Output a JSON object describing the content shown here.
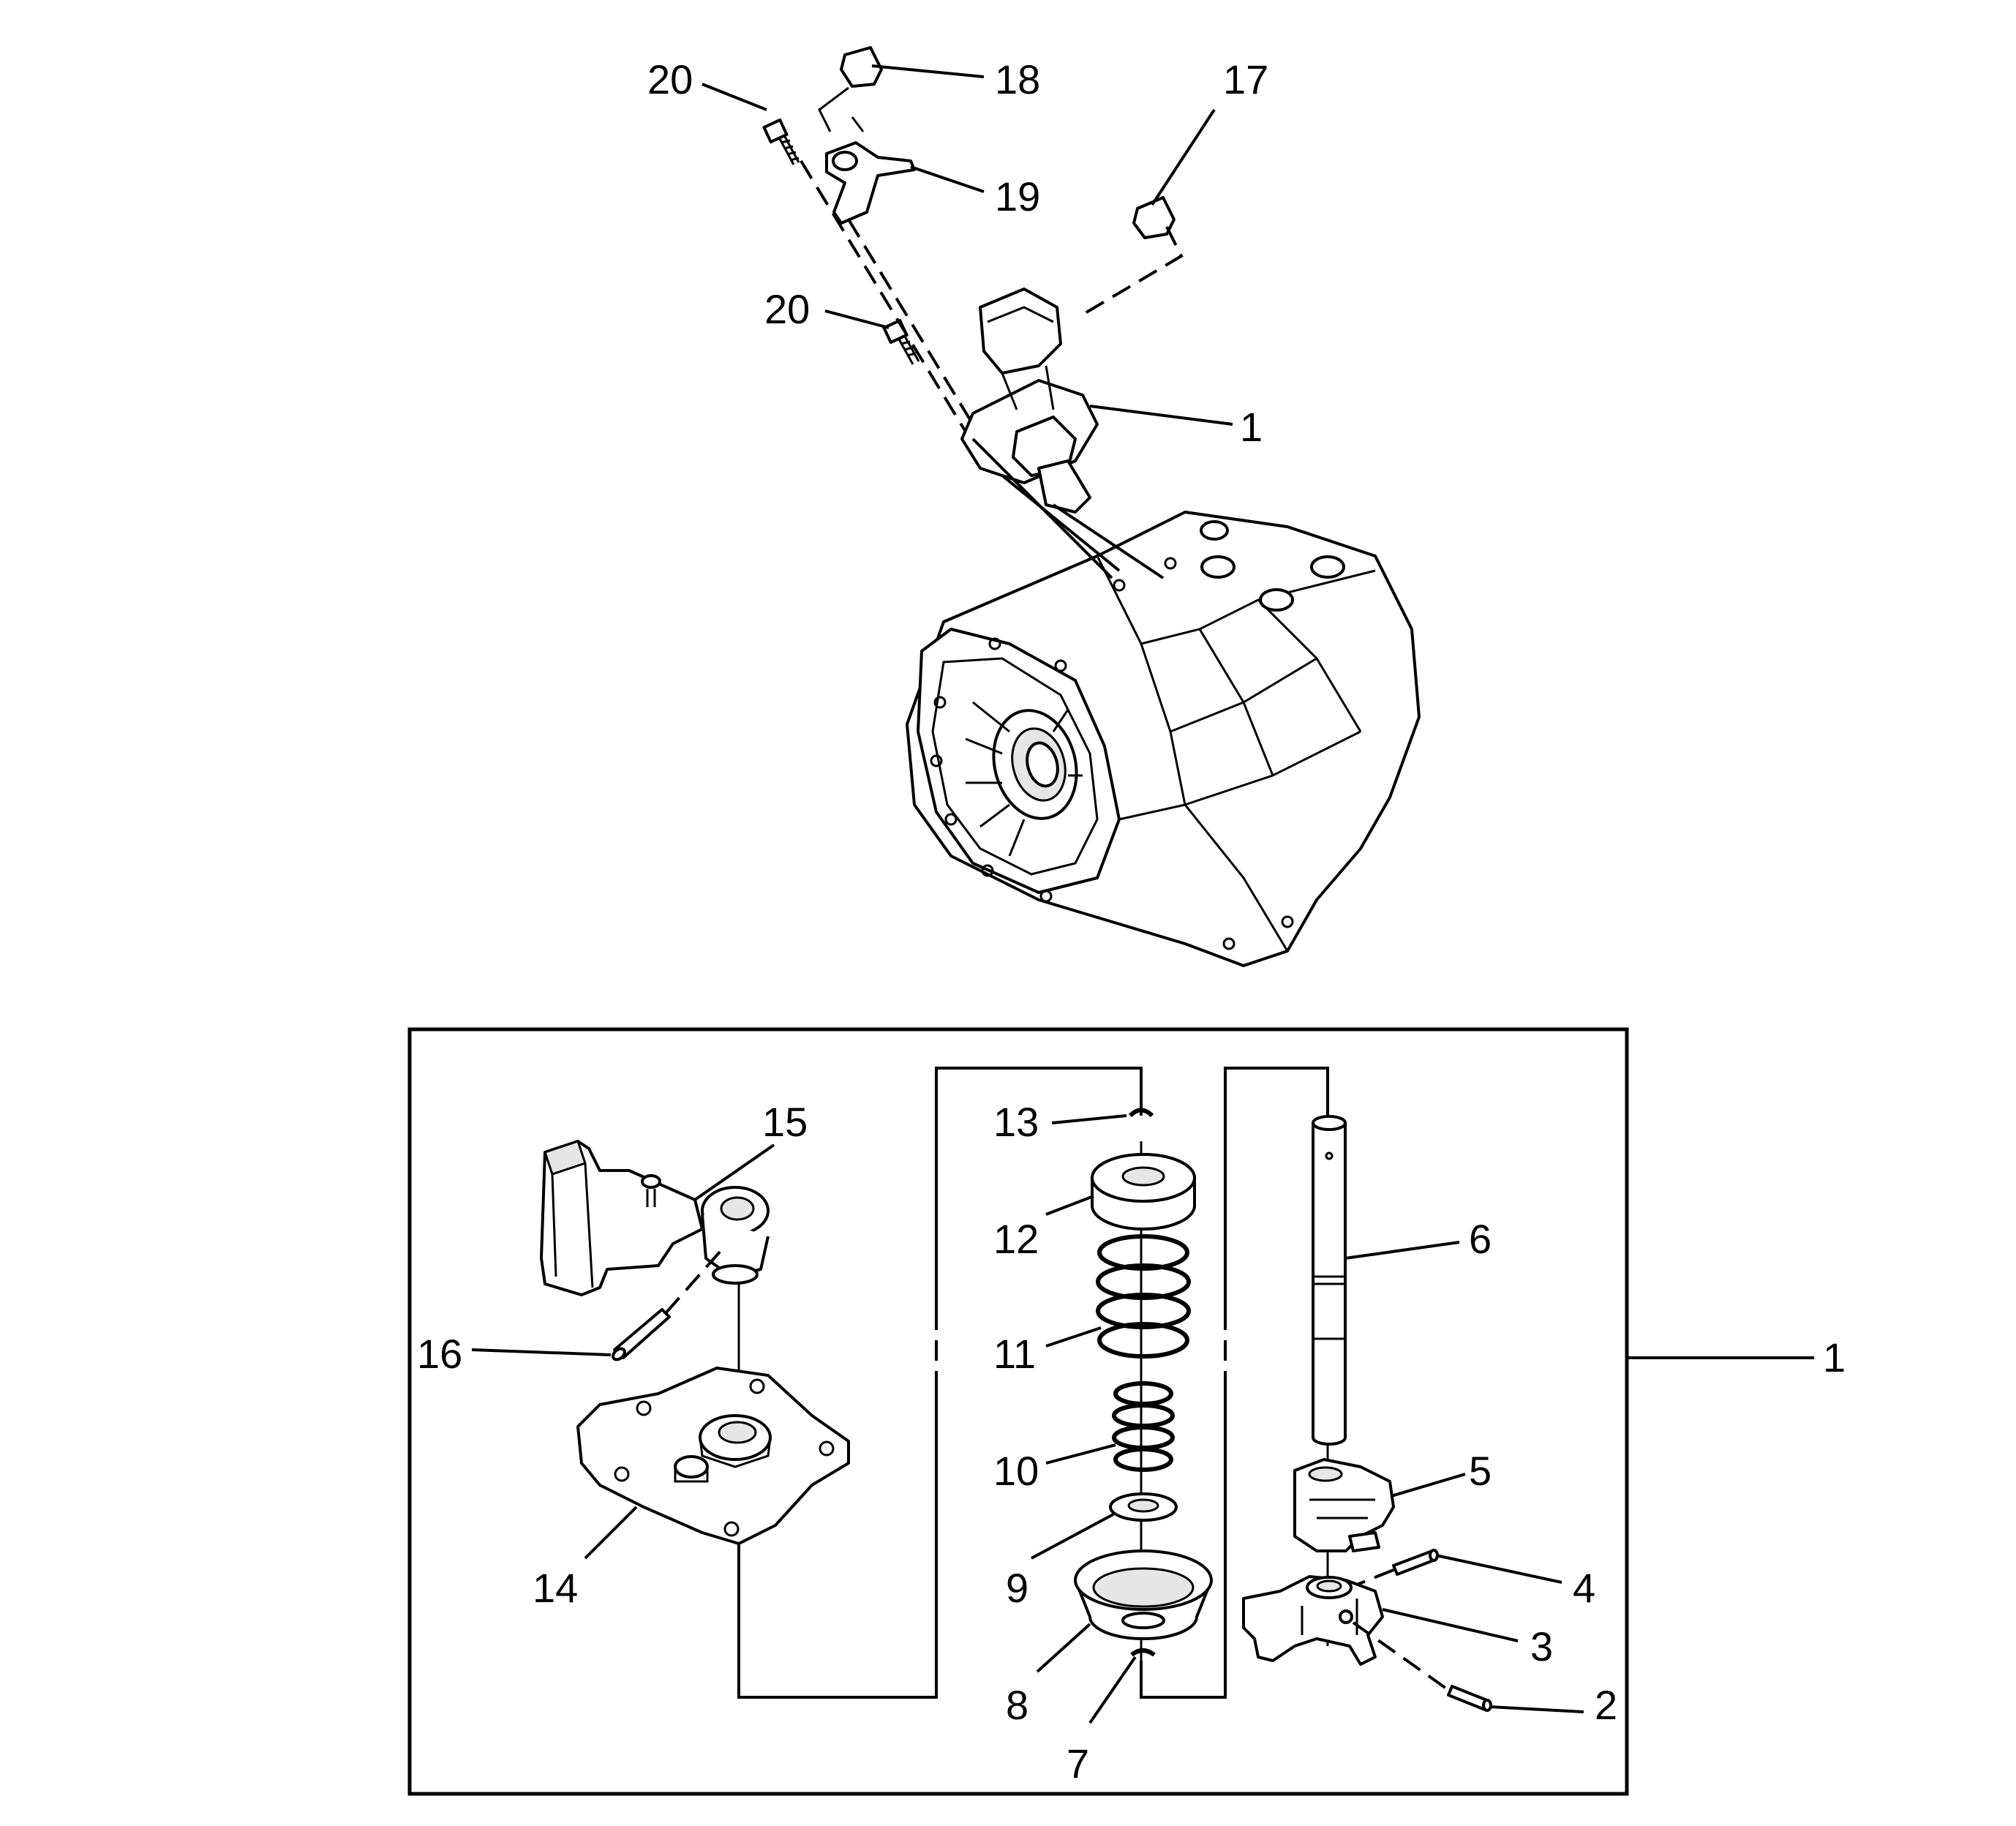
{
  "callouts": {
    "c1_top": "1",
    "c1_box": "1",
    "c2": "2",
    "c3": "3",
    "c4": "4",
    "c5": "5",
    "c6": "6",
    "c7": "7",
    "c8": "8",
    "c9": "9",
    "c10": "10",
    "c11": "11",
    "c12": "12",
    "c13": "13",
    "c14": "14",
    "c15": "15",
    "c16": "16",
    "c17": "17",
    "c18": "18",
    "c19": "19",
    "c20_top": "20",
    "c20_mid": "20"
  }
}
